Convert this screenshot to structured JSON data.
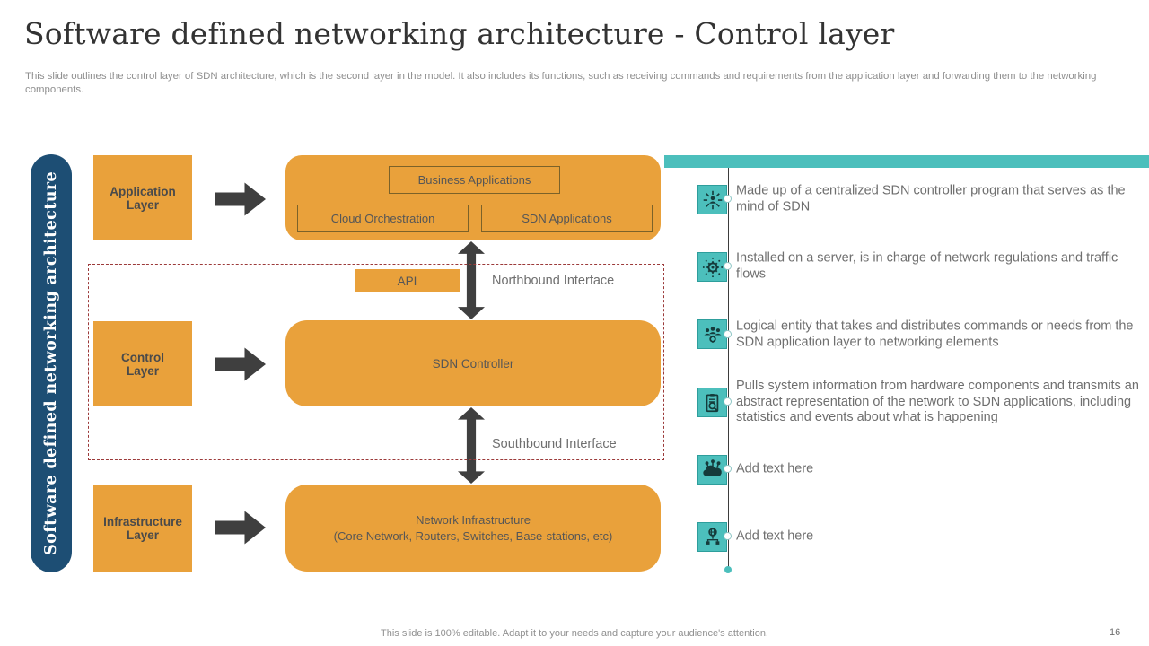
{
  "slide": {
    "title": "Software defined networking architecture - Control layer",
    "subtitle": "This slide outlines the control layer of SDN architecture, which is the second layer in the model. It also includes its functions, such as receiving commands and requirements from the application layer and forwarding them to the networking components.",
    "footer_note": "This slide is 100% editable. Adapt it to your needs and capture your audience's attention.",
    "page_number": "16"
  },
  "banner": {
    "label": "Software defined networking architecture"
  },
  "diagram": {
    "layers": [
      {
        "label": "Application Layer"
      },
      {
        "label": "Control Layer"
      },
      {
        "label": "Infrastructure Layer"
      }
    ],
    "application_stack": {
      "business_applications": "Business Applications",
      "cloud_orchestration": "Cloud Orchestration",
      "sdn_applications": "SDN Applications"
    },
    "api_label": "API",
    "northbound_label": "Northbound Interface",
    "southbound_label": "Southbound Interface",
    "controller_label": "SDN Controller",
    "infrastructure_line1": "Network Infrastructure",
    "infrastructure_line2": "(Core Network, Routers, Switches, Base-stations, etc)"
  },
  "notes": [
    {
      "icon": "centralized-controller-icon",
      "text": "Made up of a centralized SDN controller program that serves as the mind of SDN"
    },
    {
      "icon": "network-gear-icon",
      "text": "Installed on a server, is in charge of network regulations and traffic flows"
    },
    {
      "icon": "team-distribution-icon",
      "text": "Logical entity that takes and distributes commands or needs from the SDN application layer to networking elements"
    },
    {
      "icon": "report-search-icon",
      "text": "Pulls system information from hardware components and transmits an abstract representation of the network to SDN applications, including statistics and events about what is happening"
    },
    {
      "icon": "cloud-network-icon",
      "text": "Add text here"
    },
    {
      "icon": "globe-hierarchy-icon",
      "text": "Add text here"
    }
  ],
  "colors": {
    "orange": "#E9A13B",
    "navy": "#1D4E74",
    "teal": "#4CBFBC",
    "arrow_gray": "#3F3F3F",
    "dashed_red": "#9C3A3A",
    "body_text": "#6F6F6F"
  }
}
